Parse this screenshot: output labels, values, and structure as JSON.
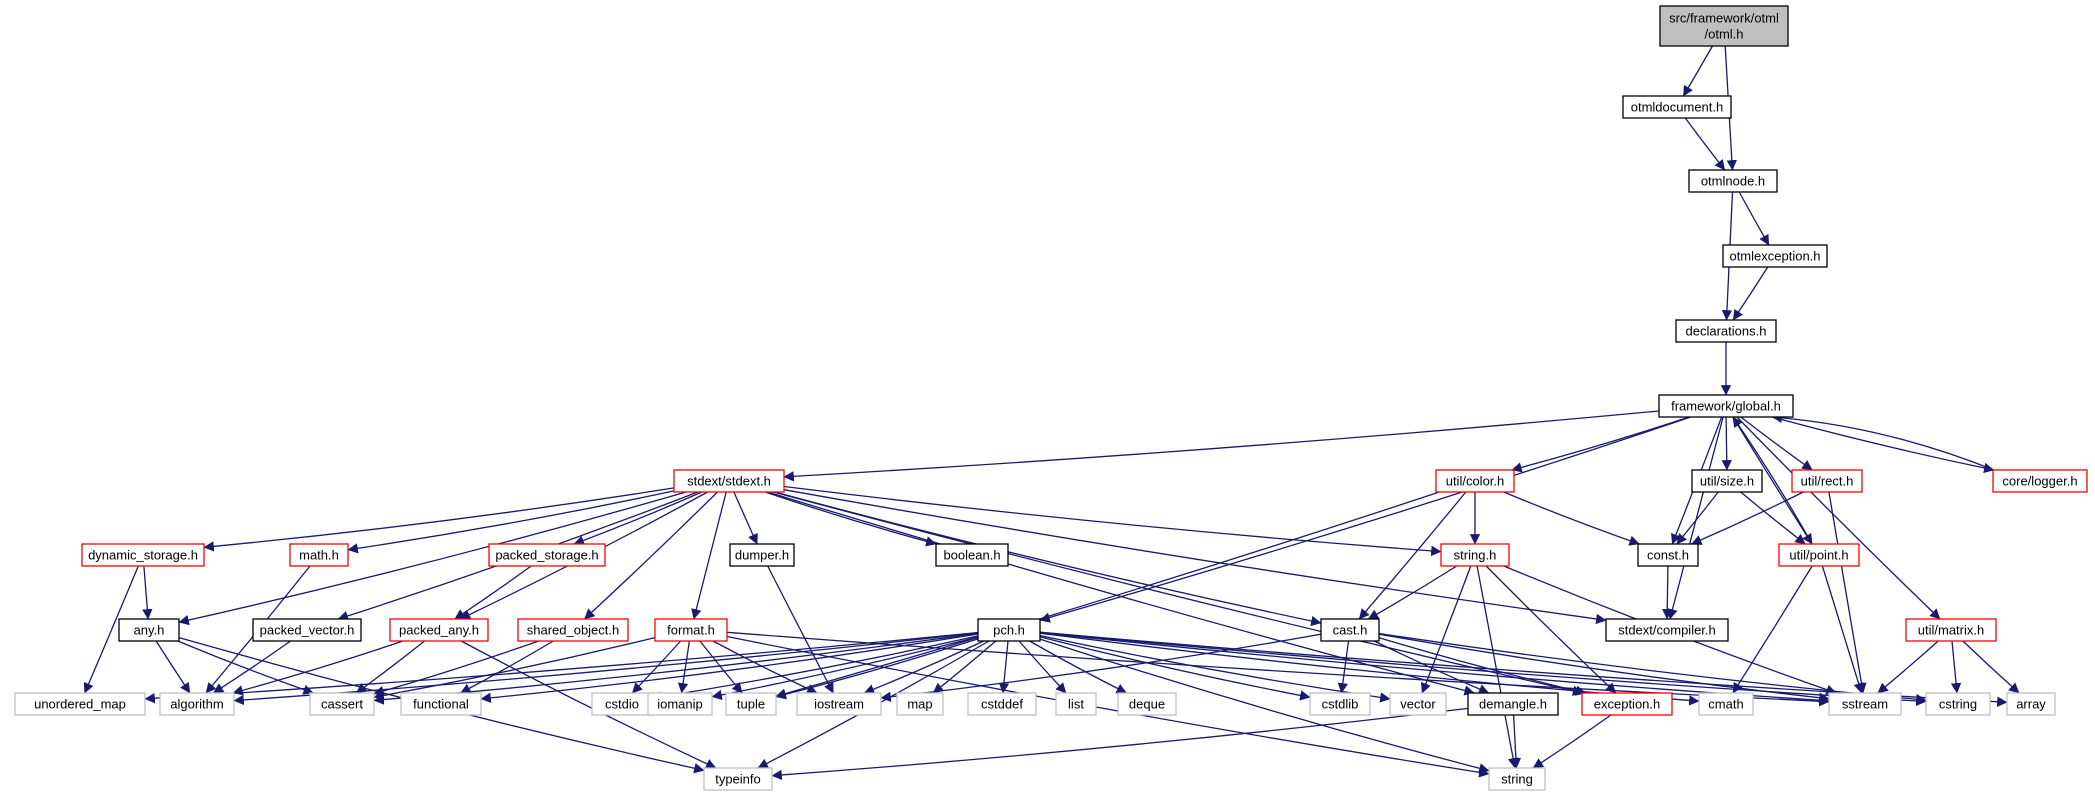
{
  "diagram": {
    "colors": {
      "edge": "#191970",
      "root_fill": "#bfbfbf",
      "root_border": "#000000",
      "normal_border": "#000000",
      "truncated_border": "#ff0000",
      "system_border": "#bfbfbf",
      "fill": "#ffffff"
    },
    "nodes": [
      {
        "id": "otml",
        "label": "src/framework/otml\n/otml.h",
        "kind": "root"
      },
      {
        "id": "otmldocument",
        "label": "otmldocument.h",
        "kind": "normal"
      },
      {
        "id": "otmlnode",
        "label": "otmlnode.h",
        "kind": "normal"
      },
      {
        "id": "otmlexception",
        "label": "otmlexception.h",
        "kind": "normal"
      },
      {
        "id": "declarations",
        "label": "declarations.h",
        "kind": "normal"
      },
      {
        "id": "global",
        "label": "framework/global.h",
        "kind": "normal"
      },
      {
        "id": "stdext",
        "label": "stdext/stdext.h",
        "kind": "truncated"
      },
      {
        "id": "color",
        "label": "util/color.h",
        "kind": "truncated"
      },
      {
        "id": "size",
        "label": "util/size.h",
        "kind": "normal"
      },
      {
        "id": "rect",
        "label": "util/rect.h",
        "kind": "truncated"
      },
      {
        "id": "logger",
        "label": "core/logger.h",
        "kind": "truncated"
      },
      {
        "id": "dynamic_storage",
        "label": "dynamic_storage.h",
        "kind": "truncated"
      },
      {
        "id": "math",
        "label": "math.h",
        "kind": "truncated"
      },
      {
        "id": "packed_storage",
        "label": "packed_storage.h",
        "kind": "truncated"
      },
      {
        "id": "dumper",
        "label": "dumper.h",
        "kind": "normal"
      },
      {
        "id": "boolean",
        "label": "boolean.h",
        "kind": "normal"
      },
      {
        "id": "string_h",
        "label": "string.h",
        "kind": "truncated"
      },
      {
        "id": "const_h",
        "label": "const.h",
        "kind": "normal"
      },
      {
        "id": "point",
        "label": "util/point.h",
        "kind": "truncated"
      },
      {
        "id": "any",
        "label": "any.h",
        "kind": "normal"
      },
      {
        "id": "packed_vector",
        "label": "packed_vector.h",
        "kind": "normal"
      },
      {
        "id": "packed_any",
        "label": "packed_any.h",
        "kind": "truncated"
      },
      {
        "id": "shared_object",
        "label": "shared_object.h",
        "kind": "truncated"
      },
      {
        "id": "format",
        "label": "format.h",
        "kind": "truncated"
      },
      {
        "id": "pch",
        "label": "pch.h",
        "kind": "normal"
      },
      {
        "id": "cast",
        "label": "cast.h",
        "kind": "normal"
      },
      {
        "id": "compiler",
        "label": "stdext/compiler.h",
        "kind": "normal"
      },
      {
        "id": "matrix",
        "label": "util/matrix.h",
        "kind": "truncated"
      },
      {
        "id": "unordered_map",
        "label": "unordered_map",
        "kind": "system"
      },
      {
        "id": "algorithm",
        "label": "algorithm",
        "kind": "system"
      },
      {
        "id": "cassert",
        "label": "cassert",
        "kind": "system"
      },
      {
        "id": "functional",
        "label": "functional",
        "kind": "system"
      },
      {
        "id": "cstdio",
        "label": "cstdio",
        "kind": "system"
      },
      {
        "id": "iomanip",
        "label": "iomanip",
        "kind": "system"
      },
      {
        "id": "tuple",
        "label": "tuple",
        "kind": "system"
      },
      {
        "id": "iostream",
        "label": "iostream",
        "kind": "system"
      },
      {
        "id": "map",
        "label": "map",
        "kind": "system"
      },
      {
        "id": "cstddef",
        "label": "cstddef",
        "kind": "system"
      },
      {
        "id": "list",
        "label": "list",
        "kind": "system"
      },
      {
        "id": "deque",
        "label": "deque",
        "kind": "system"
      },
      {
        "id": "cstdlib",
        "label": "cstdlib",
        "kind": "system"
      },
      {
        "id": "vector",
        "label": "vector",
        "kind": "system"
      },
      {
        "id": "demangle",
        "label": "demangle.h",
        "kind": "normal"
      },
      {
        "id": "exception",
        "label": "exception.h",
        "kind": "truncated"
      },
      {
        "id": "cmath",
        "label": "cmath",
        "kind": "system"
      },
      {
        "id": "sstream",
        "label": "sstream",
        "kind": "system"
      },
      {
        "id": "cstring",
        "label": "cstring",
        "kind": "system"
      },
      {
        "id": "array",
        "label": "array",
        "kind": "system"
      },
      {
        "id": "typeinfo",
        "label": "typeinfo",
        "kind": "system"
      },
      {
        "id": "string",
        "label": "string",
        "kind": "system"
      }
    ],
    "edges": [
      [
        "otml",
        "otmldocument"
      ],
      [
        "otml",
        "otmlnode"
      ],
      [
        "otmldocument",
        "otmlnode"
      ],
      [
        "otmlnode",
        "otmlexception"
      ],
      [
        "otmlnode",
        "declarations"
      ],
      [
        "otmlexception",
        "declarations"
      ],
      [
        "declarations",
        "global"
      ],
      [
        "global",
        "stdext"
      ],
      [
        "global",
        "pch"
      ],
      [
        "global",
        "color"
      ],
      [
        "global",
        "size"
      ],
      [
        "global",
        "rect"
      ],
      [
        "global",
        "logger"
      ],
      [
        "global",
        "const_h"
      ],
      [
        "global",
        "compiler"
      ],
      [
        "global",
        "point"
      ],
      [
        "global",
        "matrix"
      ],
      [
        "logger",
        "global"
      ],
      [
        "point",
        "global"
      ],
      [
        "stdext",
        "dynamic_storage"
      ],
      [
        "stdext",
        "math"
      ],
      [
        "stdext",
        "packed_storage"
      ],
      [
        "stdext",
        "any"
      ],
      [
        "stdext",
        "packed_vector"
      ],
      [
        "stdext",
        "packed_any"
      ],
      [
        "stdext",
        "shared_object"
      ],
      [
        "stdext",
        "format"
      ],
      [
        "stdext",
        "dumper"
      ],
      [
        "stdext",
        "boolean"
      ],
      [
        "stdext",
        "string_h"
      ],
      [
        "stdext",
        "cast"
      ],
      [
        "stdext",
        "compiler"
      ],
      [
        "stdext",
        "exception"
      ],
      [
        "stdext",
        "demangle"
      ],
      [
        "color",
        "string_h"
      ],
      [
        "color",
        "const_h"
      ],
      [
        "color",
        "cast"
      ],
      [
        "color",
        "tuple"
      ],
      [
        "size",
        "const_h"
      ],
      [
        "size",
        "point"
      ],
      [
        "rect",
        "const_h"
      ],
      [
        "rect",
        "sstream"
      ],
      [
        "string_h",
        "cast"
      ],
      [
        "string_h",
        "vector"
      ],
      [
        "string_h",
        "string"
      ],
      [
        "string_h",
        "exception"
      ],
      [
        "string_h",
        "sstream"
      ],
      [
        "const_h",
        "compiler"
      ],
      [
        "point",
        "cmath"
      ],
      [
        "point",
        "sstream"
      ],
      [
        "matrix",
        "sstream"
      ],
      [
        "matrix",
        "cstring"
      ],
      [
        "matrix",
        "array"
      ],
      [
        "dynamic_storage",
        "any"
      ],
      [
        "dynamic_storage",
        "unordered_map"
      ],
      [
        "math",
        "algorithm"
      ],
      [
        "packed_storage",
        "packed_any"
      ],
      [
        "dumper",
        "iostream"
      ],
      [
        "any",
        "algorithm"
      ],
      [
        "any",
        "cassert"
      ],
      [
        "any",
        "typeinfo"
      ],
      [
        "packed_vector",
        "algorithm"
      ],
      [
        "packed_any",
        "algorithm"
      ],
      [
        "packed_any",
        "cassert"
      ],
      [
        "packed_any",
        "typeinfo"
      ],
      [
        "shared_object",
        "cassert"
      ],
      [
        "shared_object",
        "functional"
      ],
      [
        "format",
        "cassert"
      ],
      [
        "format",
        "cstdio"
      ],
      [
        "format",
        "iomanip"
      ],
      [
        "format",
        "tuple"
      ],
      [
        "format",
        "iostream"
      ],
      [
        "format",
        "sstream"
      ],
      [
        "format",
        "string"
      ],
      [
        "pch",
        "unordered_map"
      ],
      [
        "pch",
        "algorithm"
      ],
      [
        "pch",
        "cassert"
      ],
      [
        "pch",
        "functional"
      ],
      [
        "pch",
        "cstdio"
      ],
      [
        "pch",
        "iomanip"
      ],
      [
        "pch",
        "tuple"
      ],
      [
        "pch",
        "iostream"
      ],
      [
        "pch",
        "map"
      ],
      [
        "pch",
        "cstddef"
      ],
      [
        "pch",
        "list"
      ],
      [
        "pch",
        "deque"
      ],
      [
        "pch",
        "cstdlib"
      ],
      [
        "pch",
        "vector"
      ],
      [
        "pch",
        "typeinfo"
      ],
      [
        "pch",
        "string"
      ],
      [
        "pch",
        "cmath"
      ],
      [
        "pch",
        "sstream"
      ],
      [
        "pch",
        "cstring"
      ],
      [
        "pch",
        "array"
      ],
      [
        "cast",
        "iostream"
      ],
      [
        "cast",
        "cstdlib"
      ],
      [
        "cast",
        "demangle"
      ],
      [
        "cast",
        "exception"
      ],
      [
        "cast",
        "sstream"
      ],
      [
        "cast",
        "cstring"
      ],
      [
        "demangle",
        "typeinfo"
      ],
      [
        "demangle",
        "string"
      ],
      [
        "exception",
        "string"
      ]
    ]
  }
}
